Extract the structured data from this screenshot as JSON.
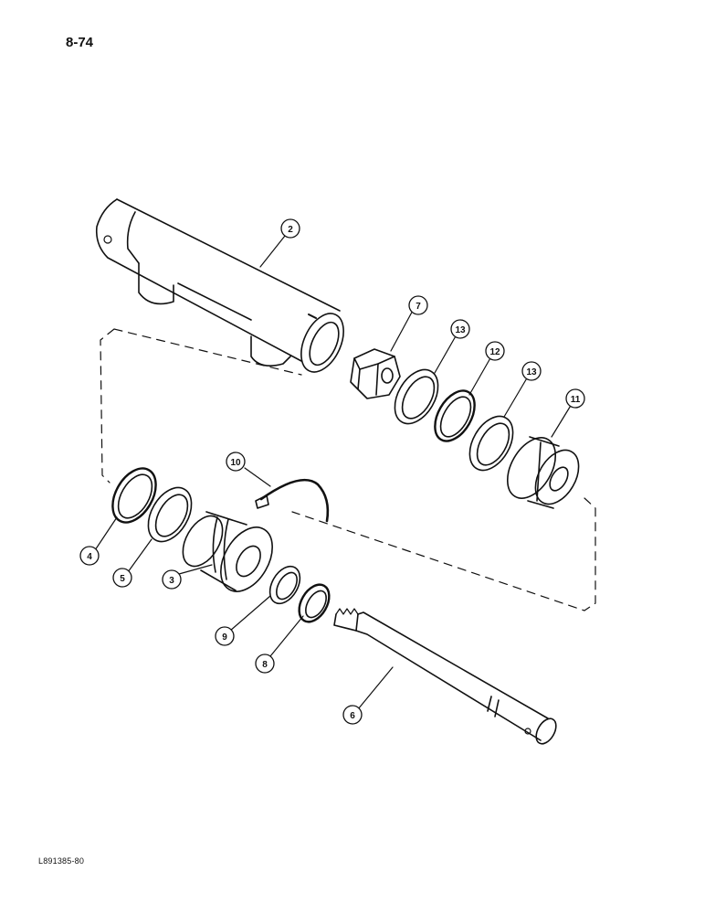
{
  "page": {
    "number": "8-74",
    "figure_code": "L891385-80"
  },
  "callouts": [
    {
      "id": "c2",
      "label": "2",
      "part": "cylinder-barrel"
    },
    {
      "id": "c7",
      "label": "7",
      "part": "nut"
    },
    {
      "id": "c13a",
      "label": "13",
      "part": "backup-ring"
    },
    {
      "id": "c12",
      "label": "12",
      "part": "o-ring"
    },
    {
      "id": "c13b",
      "label": "13",
      "part": "backup-ring"
    },
    {
      "id": "c11",
      "label": "11",
      "part": "piston"
    },
    {
      "id": "c10",
      "label": "10",
      "part": "retainer-wire"
    },
    {
      "id": "c4",
      "label": "4",
      "part": "ring"
    },
    {
      "id": "c5",
      "label": "5",
      "part": "seal"
    },
    {
      "id": "c3",
      "label": "3",
      "part": "gland"
    },
    {
      "id": "c9",
      "label": "9",
      "part": "wear-ring"
    },
    {
      "id": "c8",
      "label": "8",
      "part": "wiper-seal"
    },
    {
      "id": "c6",
      "label": "6",
      "part": "rod"
    }
  ]
}
